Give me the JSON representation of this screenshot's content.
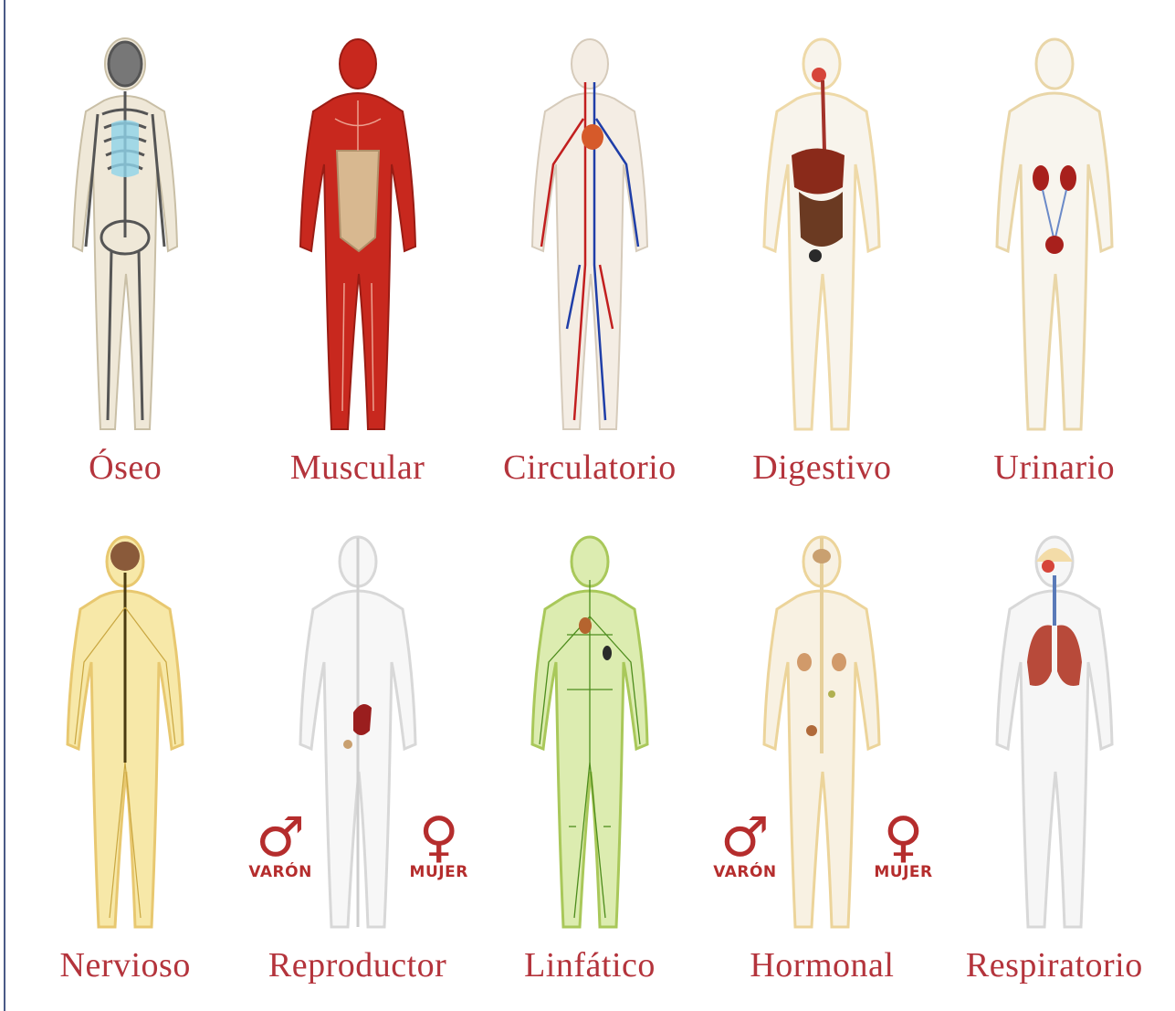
{
  "systems": [
    {
      "label": "Óseo",
      "color": "#d9d2c0",
      "accent": "#4a4a4a"
    },
    {
      "label": "Muscular",
      "color": "#c8281e",
      "accent": "#d8b890"
    },
    {
      "label": "Circulatorio",
      "color": "#f4ede4",
      "accent": "#c21f1f"
    },
    {
      "label": "Digestivo",
      "color": "#f6e6c4",
      "accent": "#8a2a1a"
    },
    {
      "label": "Urinario",
      "color": "#f3e2bd",
      "accent": "#a8201c"
    },
    {
      "label": "Nervioso",
      "color": "#f5e08a",
      "accent": "#6b5a1a"
    },
    {
      "label": "Reproductor",
      "color": "#ececec",
      "accent": "#9a1e1e"
    },
    {
      "label": "Linfático",
      "color": "#cfe39a",
      "accent": "#3d7a1a"
    },
    {
      "label": "Hormonal",
      "color": "#f4e3c0",
      "accent": "#b06a3a"
    },
    {
      "label": "Respiratorio",
      "color": "#ececec",
      "accent": "#b84a3a"
    }
  ],
  "sex_symbols": {
    "male_glyph": "♂",
    "female_glyph": "♀",
    "male_text": "VARÓN",
    "female_text": "MUJER"
  }
}
